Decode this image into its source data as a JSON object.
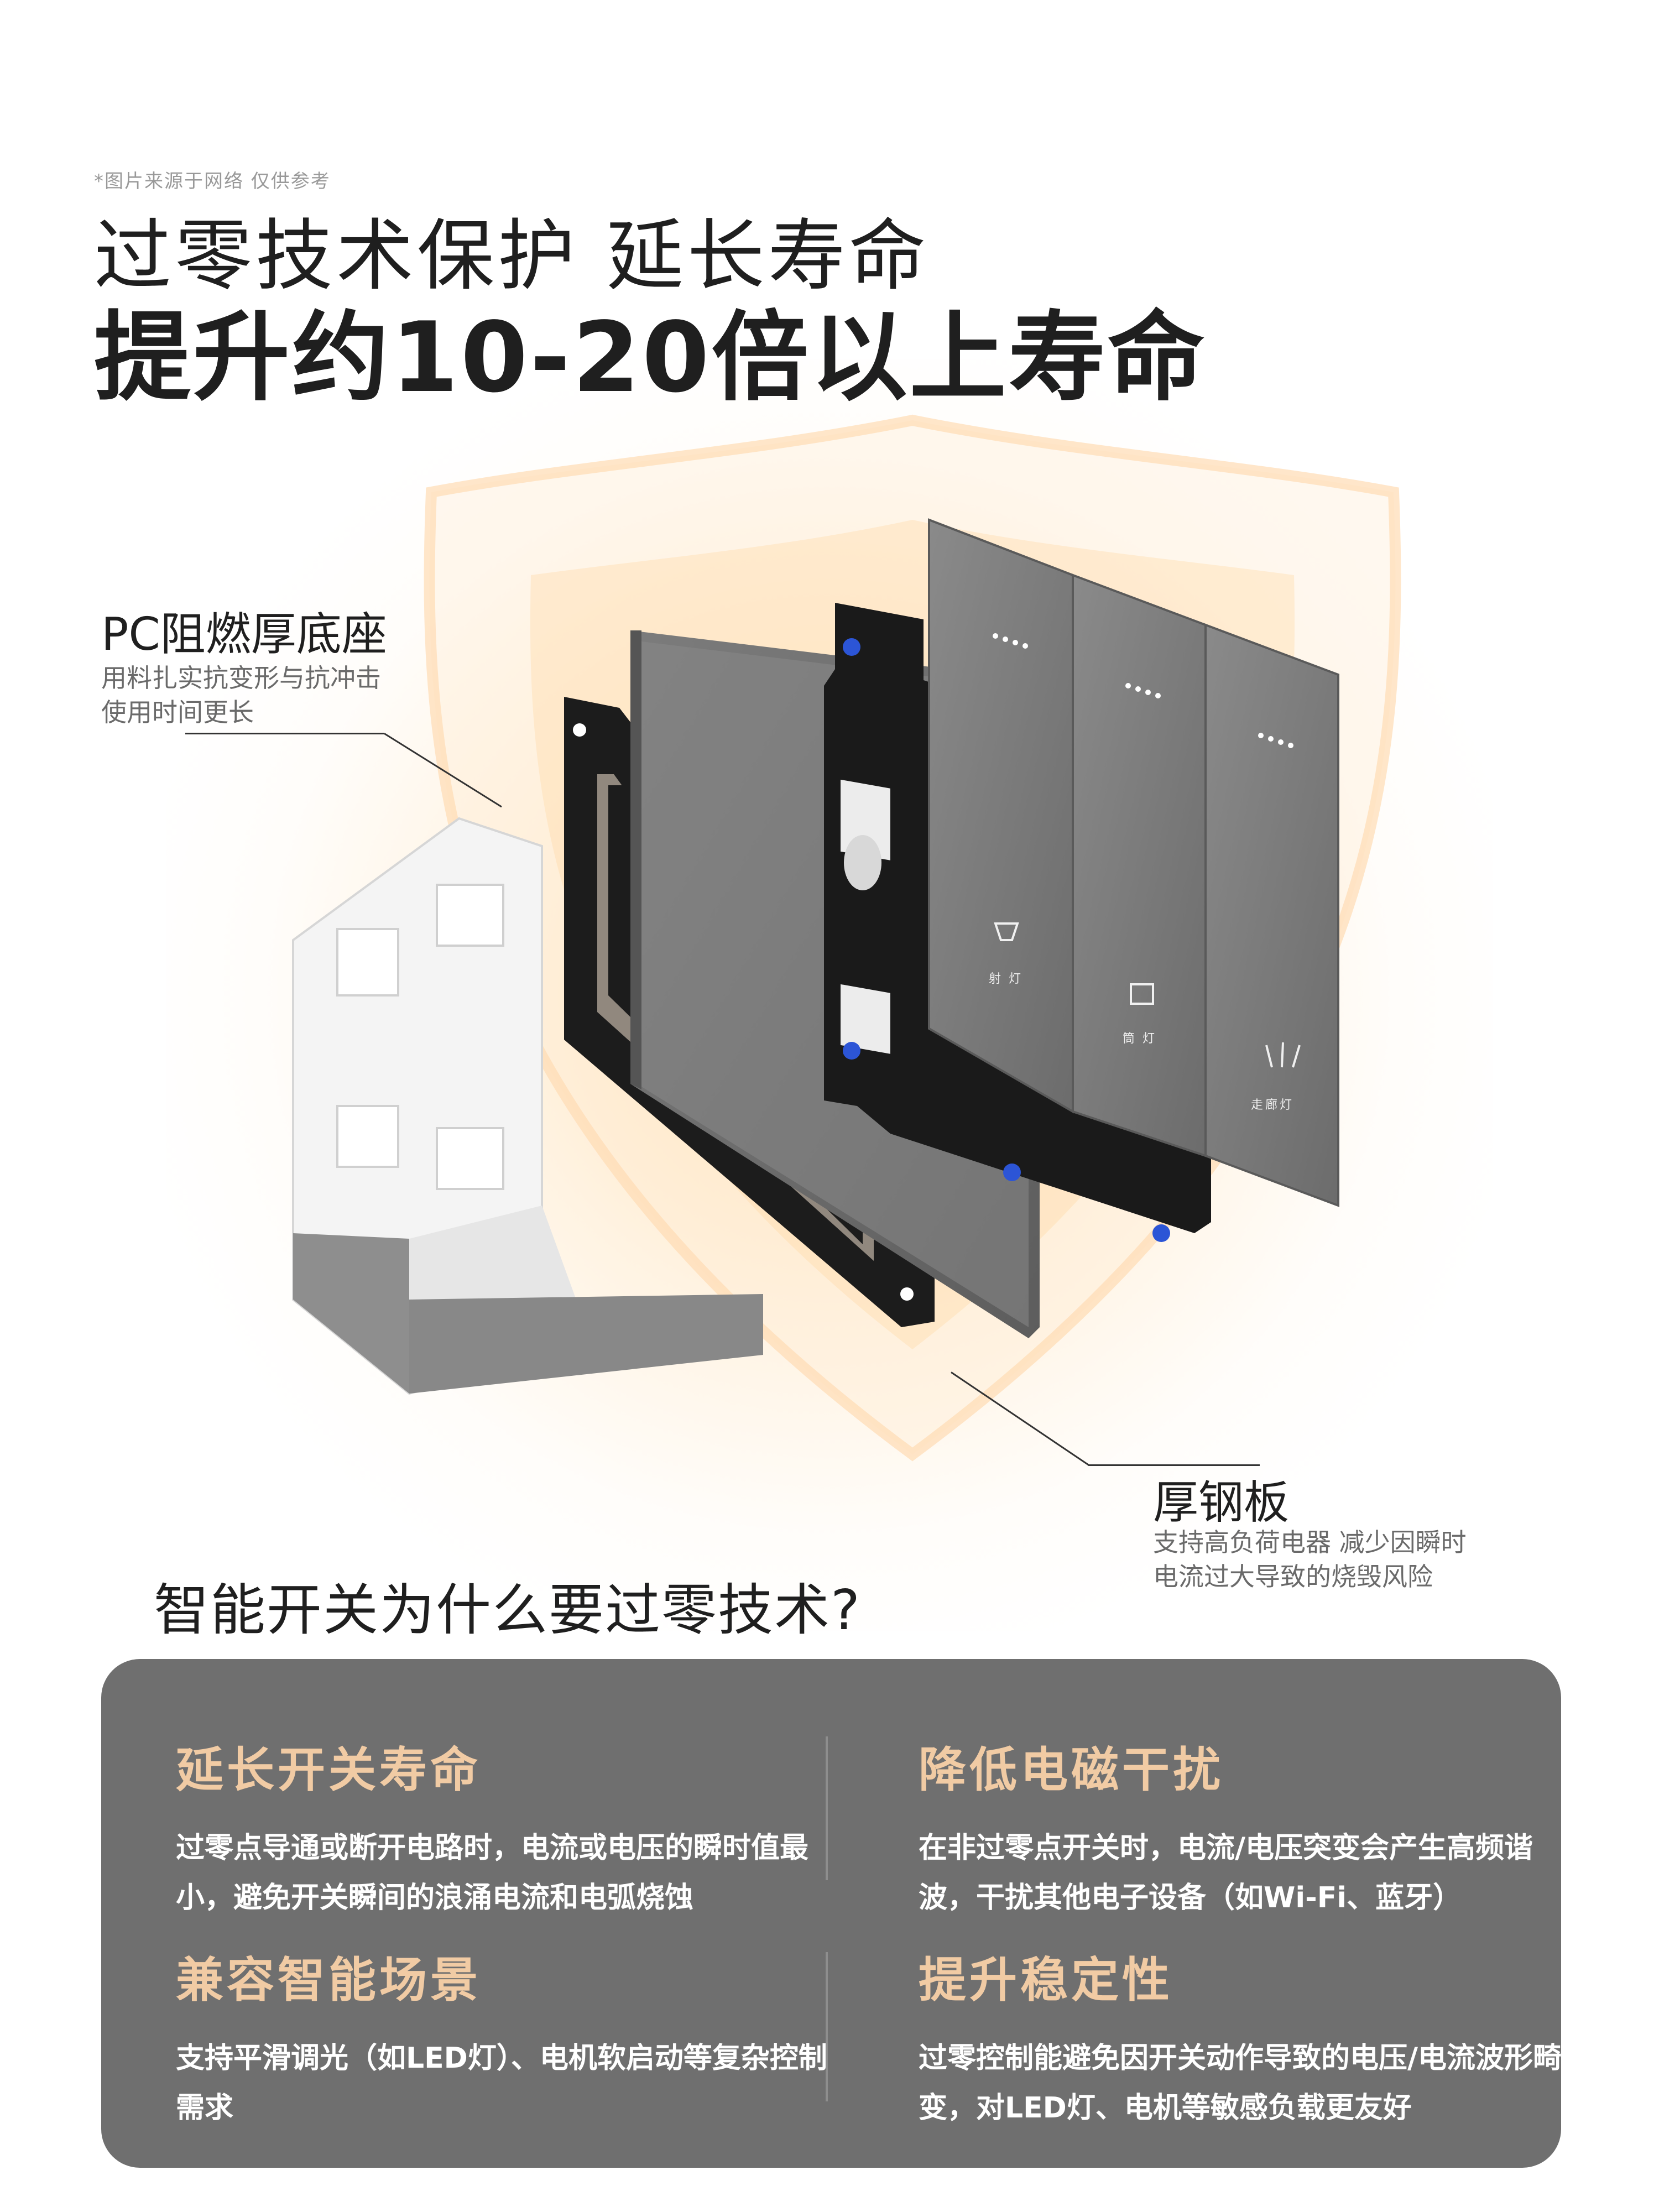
{
  "header": {
    "disclaimer": "*图片来源于网络 仅供参考",
    "title_line1": "过零技术保护 延长寿命",
    "title_line2": "提升约10-20倍以上寿命"
  },
  "annotations": {
    "base": {
      "title": "PC阻燃厚底座",
      "desc_line1": "用料扎实抗变形与抗冲击",
      "desc_line2": "使用时间更长"
    },
    "steel": {
      "title": "厚钢板",
      "desc_line1": "支持高负荷电器 减少因瞬时",
      "desc_line2": "电流过大导致的烧毁风险"
    }
  },
  "switch_buttons": [
    {
      "label": "射灯",
      "icon": "spotlight-icon"
    },
    {
      "label": "筒灯",
      "icon": "downlight-icon"
    },
    {
      "label": "走廊灯",
      "icon": "corridor-light-icon"
    }
  ],
  "question": "智能开关为什么要过零技术?",
  "benefits": [
    {
      "title": "延长开关寿命",
      "text": "过零点导通或断开电路时，电流或电压的瞬时值最小，避免开关瞬间的浪涌电流和电弧烧蚀"
    },
    {
      "title": "降低电磁干扰",
      "text": "在非过零点开关时，电流/电压突变会产生高频谐波，干扰其他电子设备（如Wi-Fi、蓝牙）"
    },
    {
      "title": "兼容智能场景",
      "text": "支持平滑调光（如LED灯）、电机软启动等复杂控制需求"
    },
    {
      "title": "提升稳定性",
      "text": "过零控制能避免因开关动作导致的电压/电流波形畸变，对LED灯、电机等敏感负载更友好"
    }
  ],
  "colors": {
    "card_bg": "#6f6f6f",
    "accent_title": "#f1cba4",
    "panel_gray": "#7a7a7a",
    "frame_black": "#1c1c1c",
    "screw_blue": "#2c55d6"
  }
}
